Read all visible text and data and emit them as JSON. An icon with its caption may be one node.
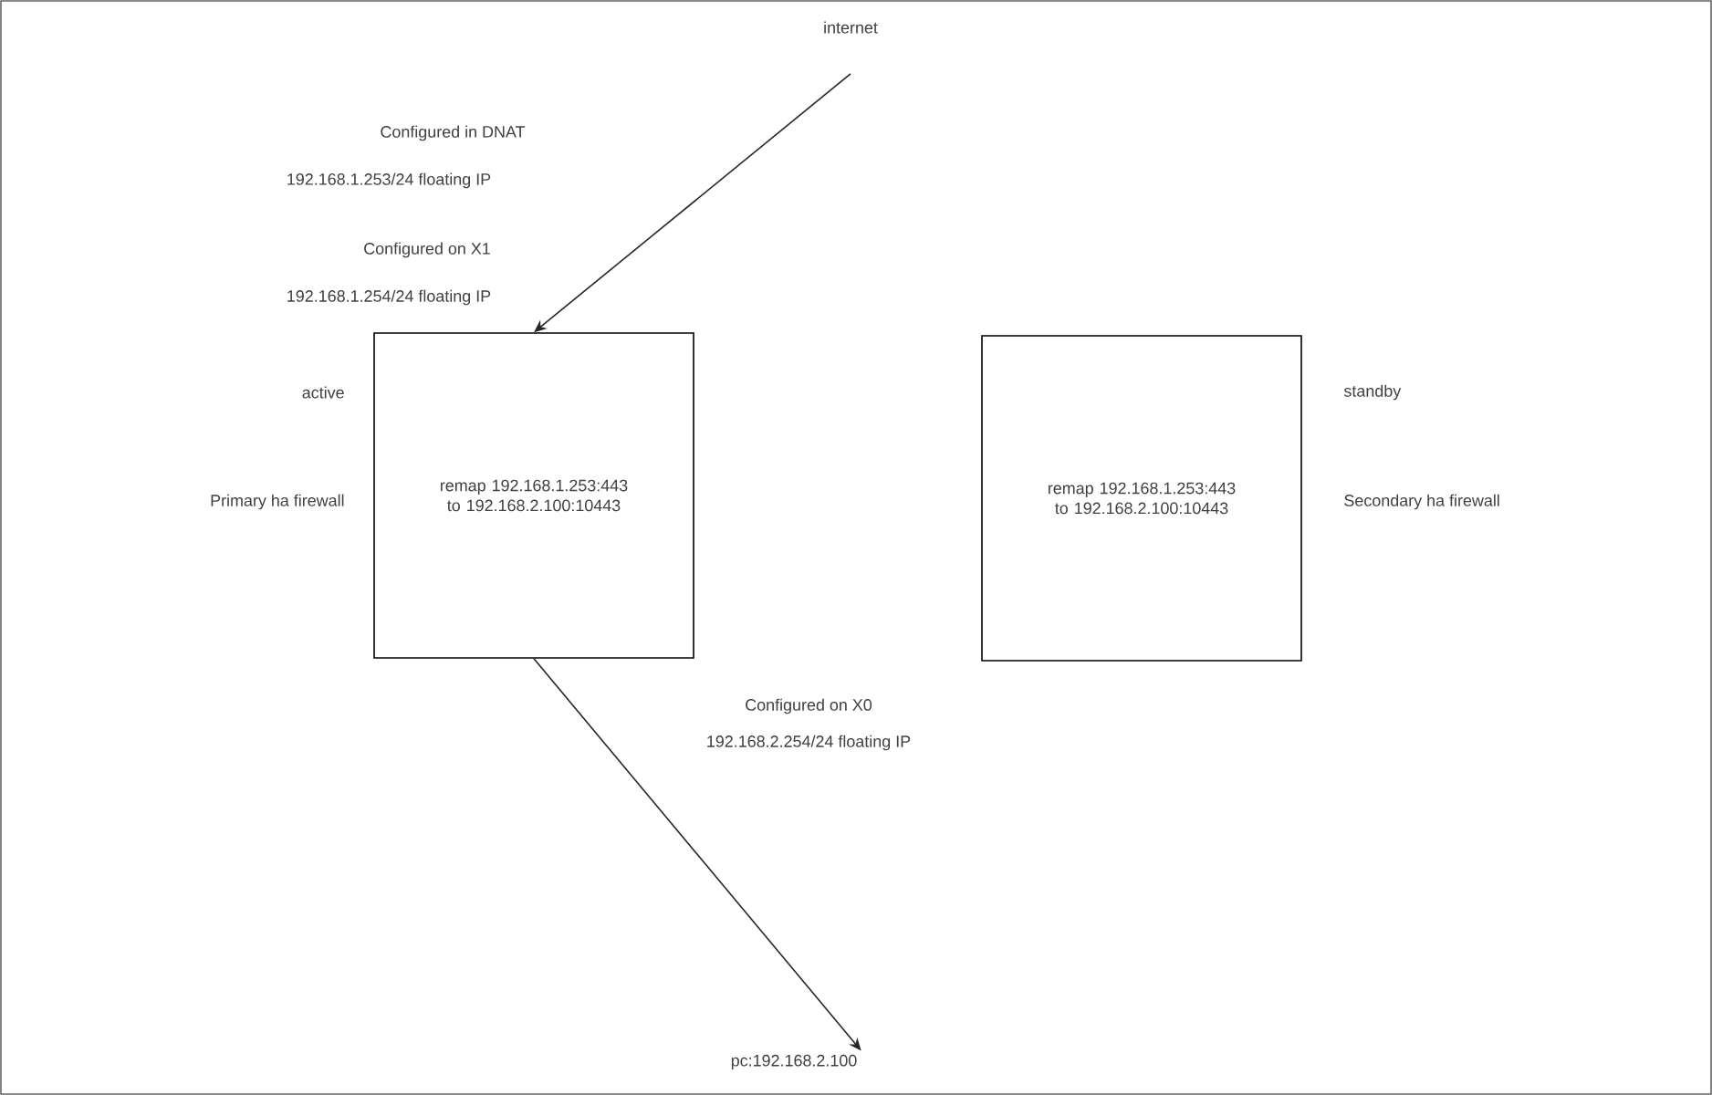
{
  "diagram": {
    "nodes": [
      {
        "text": [
          "internet"
        ]
      },
      {
        "text": [
          "remap 192.168.1.253:443 to 192.168.2.100:10443"
        ],
        "beside": [
          "active",
          "Primary ha firewall"
        ]
      },
      {
        "text": [
          "remap 192.168.1.253:443 to 192.168.2.100:10443"
        ],
        "beside": [
          "standby",
          "Secondary ha firewall"
        ]
      },
      {
        "text": [
          "pc:192.168.2.100"
        ]
      }
    ],
    "edges": [
      {
        "from": 0,
        "to": 1,
        "arrow": "to"
      },
      {
        "from": 1,
        "to": 3,
        "arrow": "to"
      }
    ],
    "labels": [
      "Configured in DNAT",
      "192.168.1.253/24 floating IP",
      "Configured on X1",
      "192.168.1.254/24 floating IP",
      "Configured on X0",
      "192.168.2.254/24 floating IP"
    ]
  }
}
